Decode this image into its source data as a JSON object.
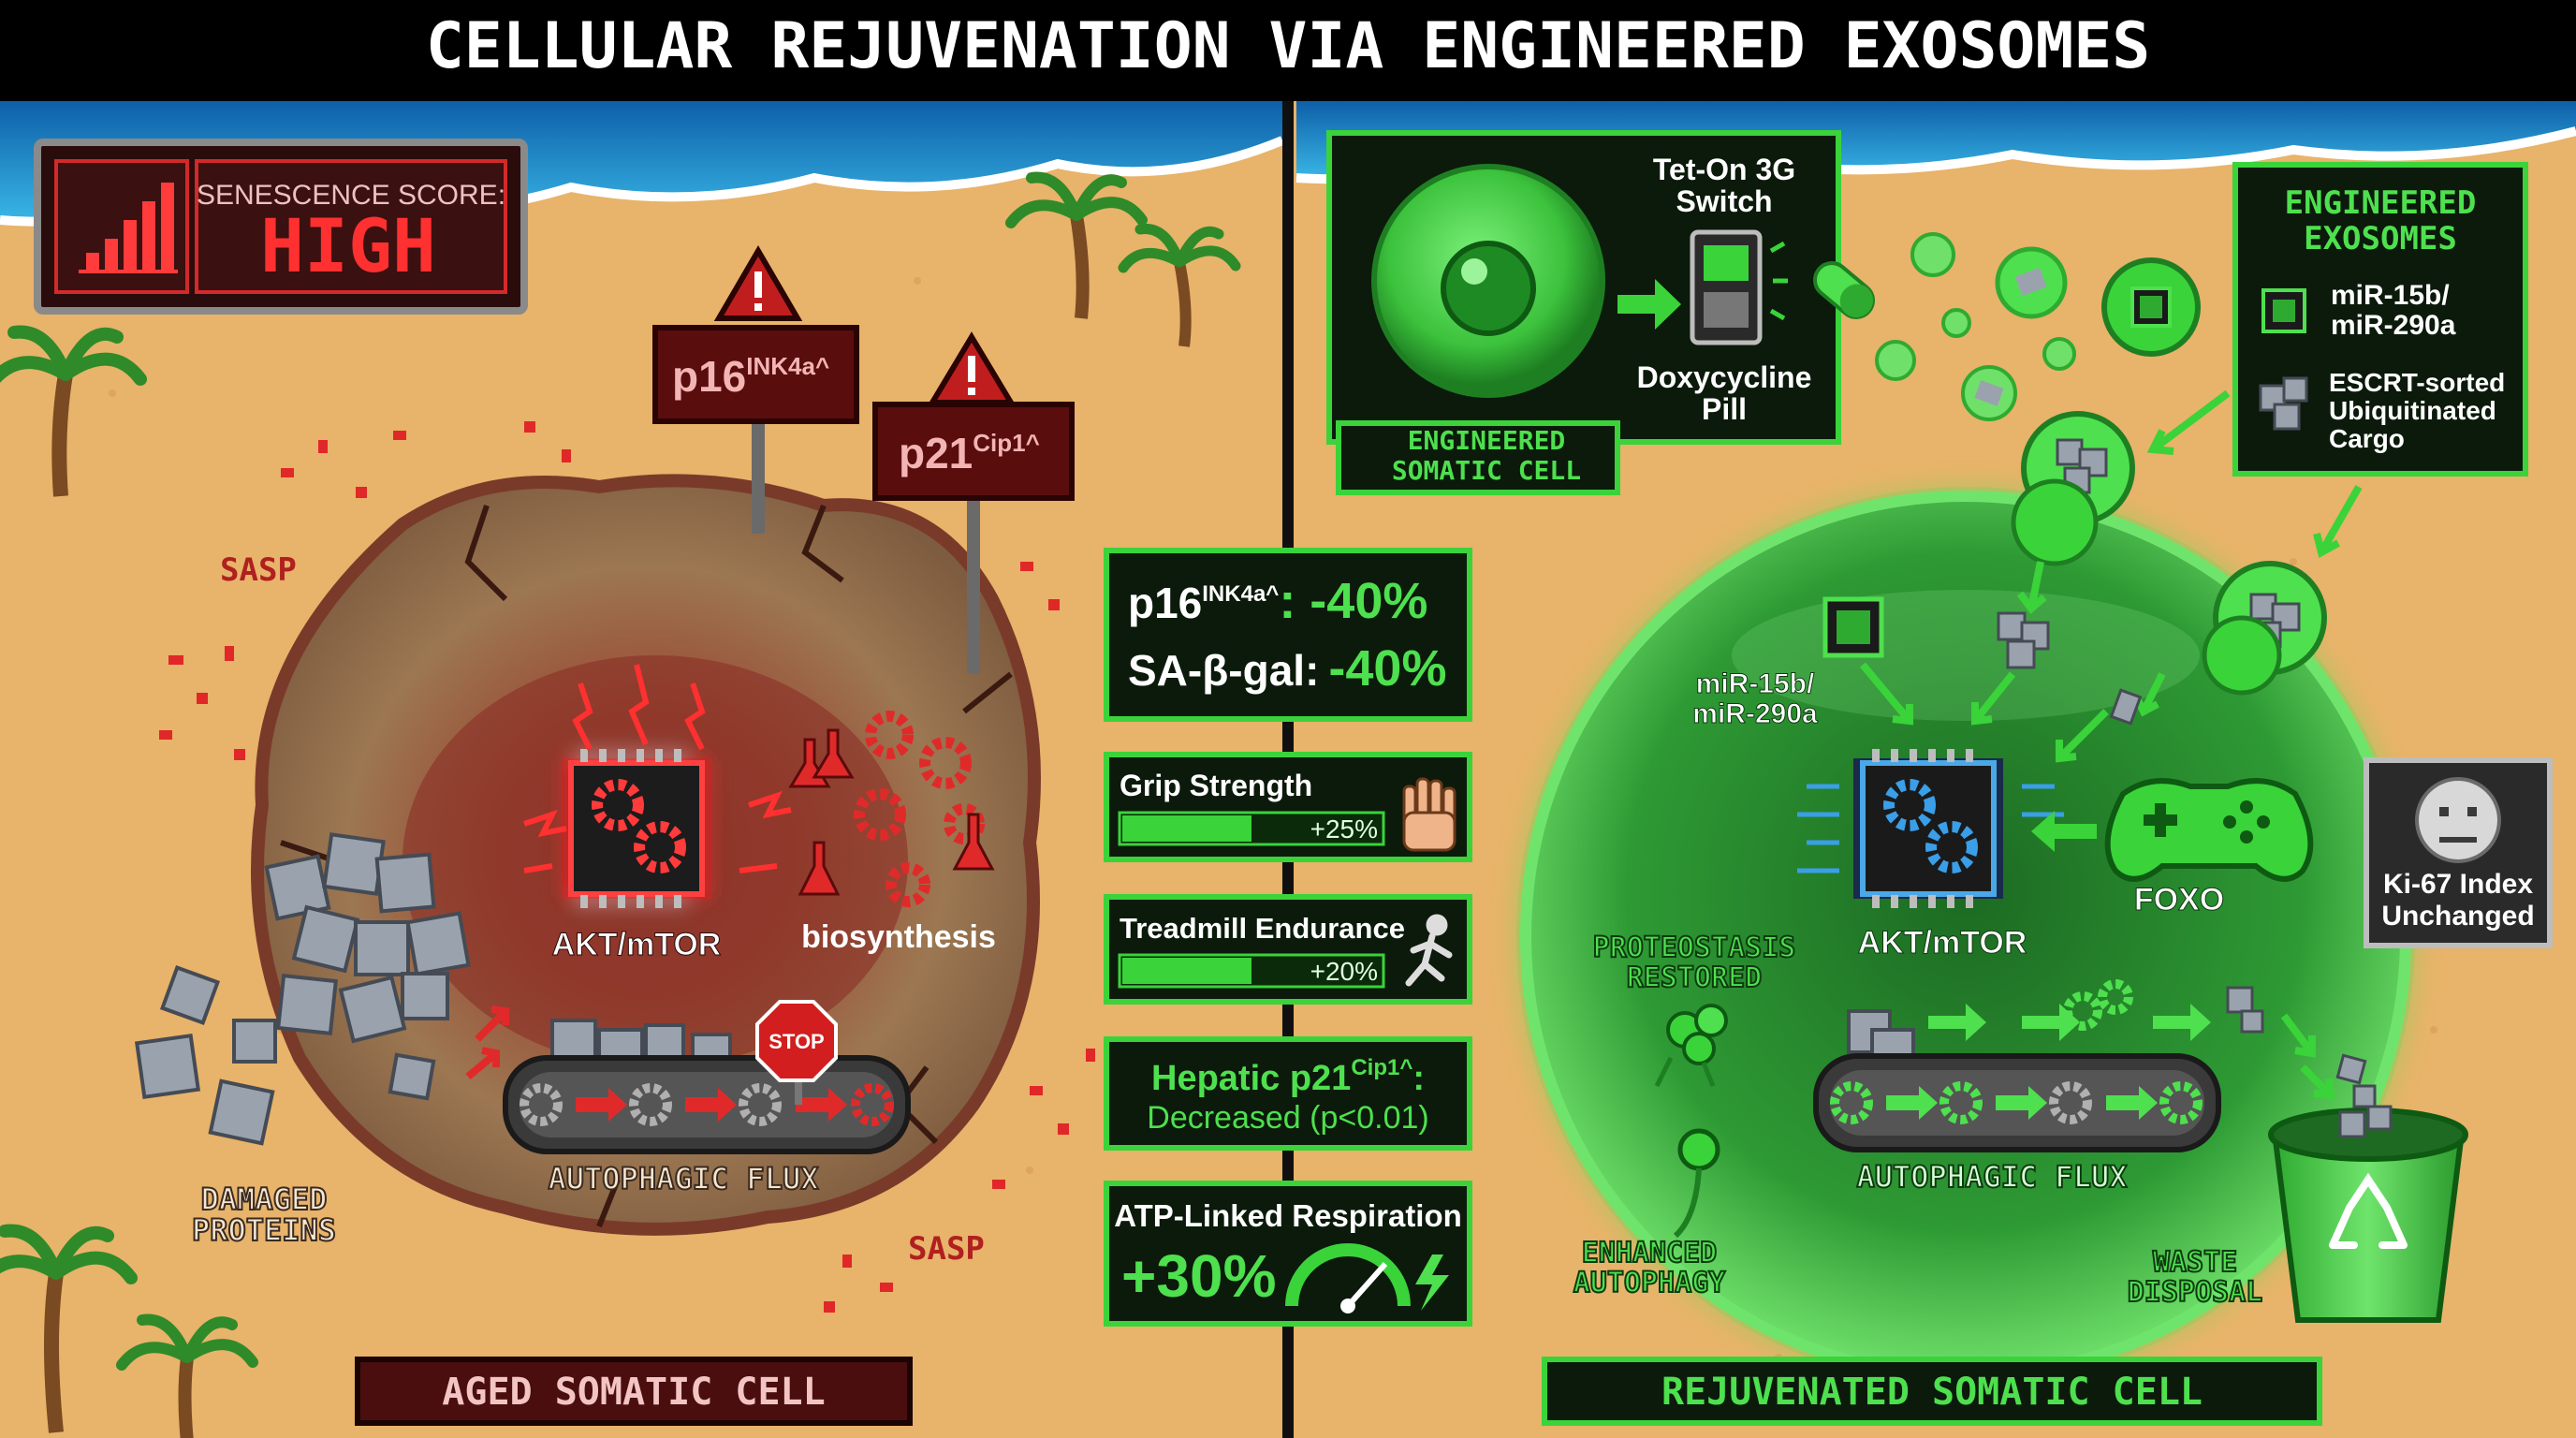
{
  "title": "CELLULAR REJUVENATION VIA ENGINEERED EXOSOMES",
  "colors": {
    "sand": "#e8b36a",
    "sea": "#2a9fd6",
    "aged_red": "#d22a2a",
    "healthy_green": "#4ee04e",
    "panel_bg": "#0b1a0b",
    "banner_bg": "#000000"
  },
  "left": {
    "senescence_label": "SENESCENCE SCORE:",
    "senescence_value": "HIGH",
    "sign_p16": "p16",
    "sign_p16_sup": "INK4a^",
    "sign_p21": "p21",
    "sign_p21_sup": "Cip1^",
    "sasp_top": "SASP",
    "sasp_bottom": "SASP",
    "akt_label": "AKT/mTOR",
    "biosynthesis_label": "biosynthesis",
    "stop_label": "STOP",
    "autophagic_flux": "AUTOPHAGIC FLUX",
    "damaged_line1": "DAMAGED",
    "damaged_line2": "PROTEINS",
    "footer": "AGED SOMATIC CELL"
  },
  "middle": {
    "p16_label": "p16",
    "p16_sup": "INK4a^",
    "p16_value": ": -40%",
    "sagal_label": "SA-β-gal:",
    "sagal_value": "-40%",
    "grip_title": "Grip Strength",
    "grip_value": "+25%",
    "grip_fraction": 0.5,
    "treadmill_title": "Treadmill Endurance",
    "treadmill_value": "+20%",
    "treadmill_fraction": 0.5,
    "hepatic_line1": "Hepatic p21",
    "hepatic_sup": "Cip1^",
    "hepatic_colon": ":",
    "hepatic_line2": "Decreased (p<0.01)",
    "atp_title": "ATP-Linked Respiration",
    "atp_value": "+30%"
  },
  "right": {
    "tet_line1": "Tet-On 3G",
    "tet_line2": "Switch",
    "doxy_line1": "Doxycycline",
    "doxy_line2": "Pill",
    "eng_cell_line1": "ENGINEERED",
    "eng_cell_line2": "SOMATIC CELL",
    "exo_title1": "ENGINEERED",
    "exo_title2": "EXOSOMES",
    "exo_item1_line1": "miR-15b/",
    "exo_item1_line2": "miR-290a",
    "exo_item2_line1": "ESCRT-sorted",
    "exo_item2_line2": "Ubiquitinated",
    "exo_item2_line3": "Cargo",
    "mir_line1": "miR-15b/",
    "mir_line2": "miR-290a",
    "akt_label": "AKT/mTOR",
    "foxo_label": "FOXO",
    "proteo_line1": "PROTEOSTASIS",
    "proteo_line2": "RESTORED",
    "autophagic_flux": "AUTOPHAGIC FLUX",
    "enh_line1": "ENHANCED",
    "enh_line2": "AUTOPHAGY",
    "waste_line1": "WASTE",
    "waste_line2": "DISPOSAL",
    "ki67_line1": "Ki-67 Index",
    "ki67_line2": "Unchanged",
    "footer": "REJUVENATED SOMATIC CELL"
  },
  "icons": [
    "bar-chart-icon",
    "warning-icon",
    "chip-icon",
    "gear-icon",
    "flask-icon",
    "stop-sign-icon",
    "hand-icon",
    "runner-icon",
    "gauge-icon",
    "lightning-icon",
    "switch-icon",
    "pill-icon",
    "gamepad-icon",
    "neutral-face-icon",
    "recycle-bin-icon",
    "palm-tree-icon"
  ]
}
